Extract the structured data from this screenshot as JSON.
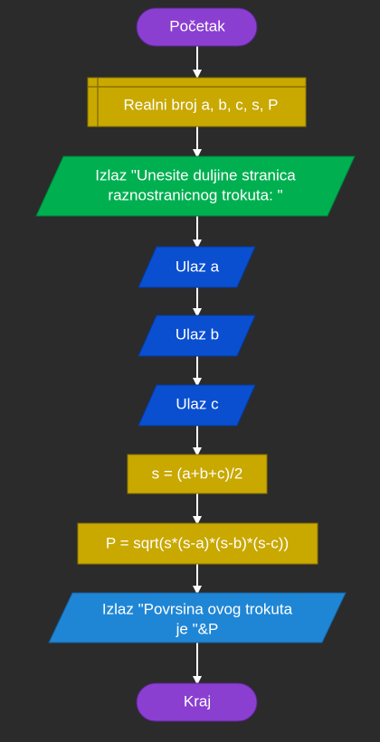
{
  "flowchart": {
    "start": {
      "label": "Početak"
    },
    "declare": {
      "label": "Realni broj a, b, c, s, P"
    },
    "output_prompt": {
      "line1": "Izlaz \"Unesite duljine stranica",
      "line2": "raznostranicnog trokuta: \""
    },
    "input_a": {
      "label": "Ulaz a"
    },
    "input_b": {
      "label": "Ulaz b"
    },
    "input_c": {
      "label": "Ulaz c"
    },
    "calc_s": {
      "label": "s = (a+b+c)/2"
    },
    "calc_p": {
      "label": "P = sqrt(s*(s-a)*(s-b)*(s-c))"
    },
    "output_result": {
      "line1": "Izlaz \"Povrsina ovog trokuta",
      "line2": "je \"&P"
    },
    "end": {
      "label": "Kraj"
    }
  },
  "colors": {
    "background": "#2b2b2b",
    "terminal": "#8a3fd1",
    "declare": "#c9a800",
    "process": "#c9a800",
    "output_prompt": "#00b050",
    "input": "#0a4fd0",
    "output_result": "#1f86d6",
    "arrow": "#ffffff"
  }
}
